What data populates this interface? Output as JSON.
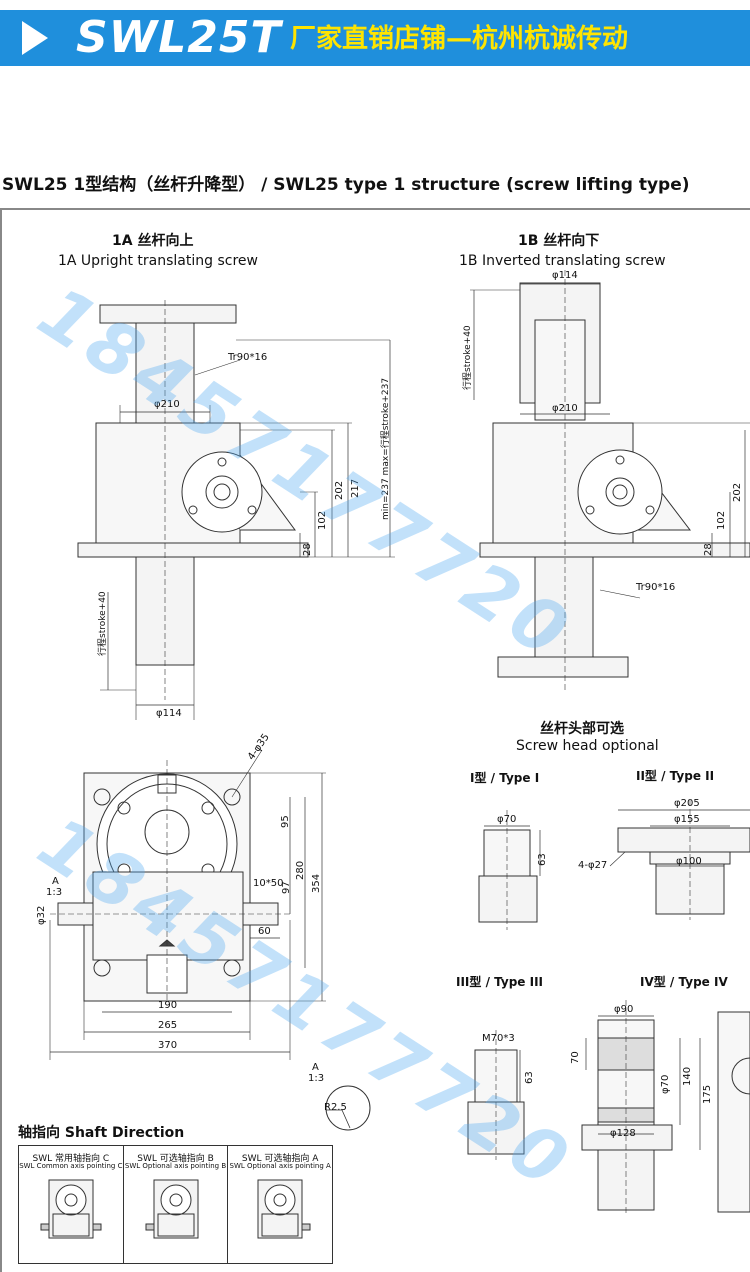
{
  "banner": {
    "model": "SWL25T",
    "slogan": "厂家直销店铺—杭州杭诚传动",
    "background": "#1f8fdc",
    "slogan_color": "#ffe400"
  },
  "section_title": "SWL25 1型结构（丝杆升降型） / SWL25 type 1 structure (screw lifting type)",
  "views": {
    "a": {
      "title_cn": "1A 丝杆向上",
      "title_en": "1A Upright translating screw"
    },
    "b": {
      "title_cn": "1B 丝杆向下",
      "title_en": "1B Inverted translating screw"
    }
  },
  "dims_1a": {
    "thread": "Tr90*16",
    "d210": "φ210",
    "stroke_top": "min=237 max=行程stroke+237",
    "h217": "217",
    "h202": "202",
    "h102": "102",
    "h28": "28",
    "stroke_bottom": "行程stroke+40",
    "d114": "φ114"
  },
  "dims_1b": {
    "d114": "φ114",
    "stroke": "行程stroke+40",
    "d210": "φ210",
    "h202": "202",
    "h102": "102",
    "h28": "28",
    "thread": "Tr90*16"
  },
  "dims_plan": {
    "holes": "4-φ35",
    "section": "A",
    "scale": "1:3",
    "d32": "φ32",
    "h95": "95",
    "h280": "280",
    "h354": "354",
    "key": "10*50",
    "h97": "97",
    "w60": "60",
    "w190": "190",
    "w265": "265",
    "w370": "370",
    "detail_label": "A",
    "detail_scale": "1:3",
    "radius": "R2.5"
  },
  "screw_head": {
    "title_cn": "丝杆头部可选",
    "title_en": "Screw head optional",
    "type1": {
      "label": "I型 / Type I",
      "d70": "φ70",
      "h63": "63"
    },
    "type2": {
      "label": "II型 / Type II",
      "d205": "φ205",
      "d155": "φ155",
      "holes": "4-φ27",
      "d100": "φ100"
    },
    "type3": {
      "label": "III型 / Type III",
      "thread": "M70*3",
      "h63": "63"
    },
    "type4": {
      "label": "IV型 / Type IV",
      "d90": "φ90",
      "h70": "70",
      "d70": "φ70",
      "h140": "140",
      "h175": "175",
      "d128": "φ128"
    }
  },
  "watermark": {
    "text": "18457177720"
  },
  "shaft_direction": {
    "title": "轴指向 Shaft Direction",
    "options": [
      {
        "cn": "SWL 常用轴指向 C",
        "en": "SWL Common axis pointing C"
      },
      {
        "cn": "SWL 可选轴指向 B",
        "en": "SWL Optional axis pointing B"
      },
      {
        "cn": "SWL 可选轴指向 A",
        "en": "SWL Optional axis pointing A"
      }
    ]
  }
}
